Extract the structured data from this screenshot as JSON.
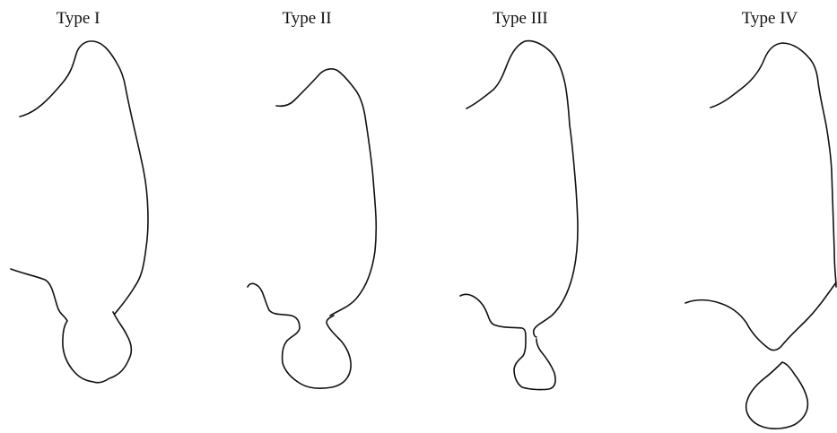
{
  "panels": [
    {
      "label": "Type I"
    },
    {
      "label": "Type II"
    },
    {
      "label": "Type III"
    },
    {
      "label": "Type IV"
    }
  ],
  "colors": {
    "stroke": "#111111",
    "background": "#ffffff"
  }
}
